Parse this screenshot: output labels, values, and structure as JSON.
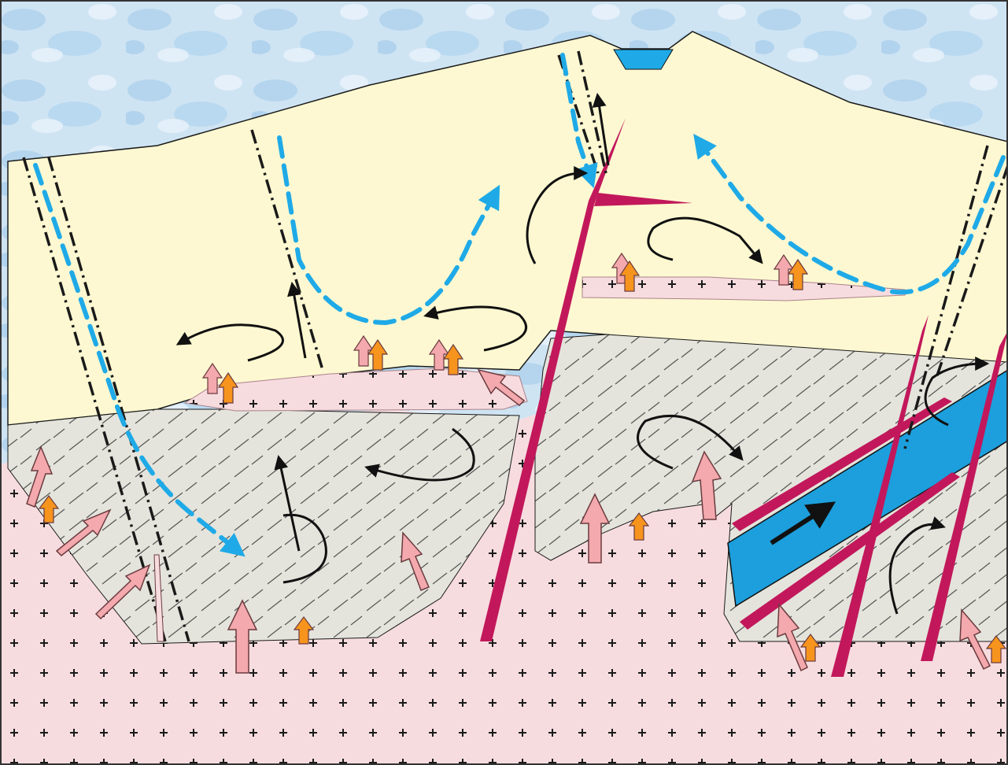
{
  "diagram": {
    "type": "geological-cross-section",
    "title": "",
    "labels": [],
    "colors": {
      "sky": "#bcd9ee",
      "sky_light": "#e3f0fa",
      "cover_layer": "#fdf8d1",
      "altered_rock": "#e4e4dc",
      "intrusive_host": "#f7dcdf",
      "intrusion_plus": "#1a1a1a",
      "dike": "#c2185b",
      "water_flow": "#1faae7",
      "aquifer": "#1c9fdc",
      "heat_arrow": "#f3a9ad",
      "heat_arrow_small": "#f7941d",
      "circulation_arrow": "#1a1a1a",
      "fault_line": "#1a1a1a",
      "frame": "#333333"
    },
    "icons": [
      "plus-symbol-pattern",
      "dashed-flow-arrow",
      "curved-circulation-arrow",
      "heat-up-arrow",
      "fault-dash-dot-line"
    ]
  }
}
